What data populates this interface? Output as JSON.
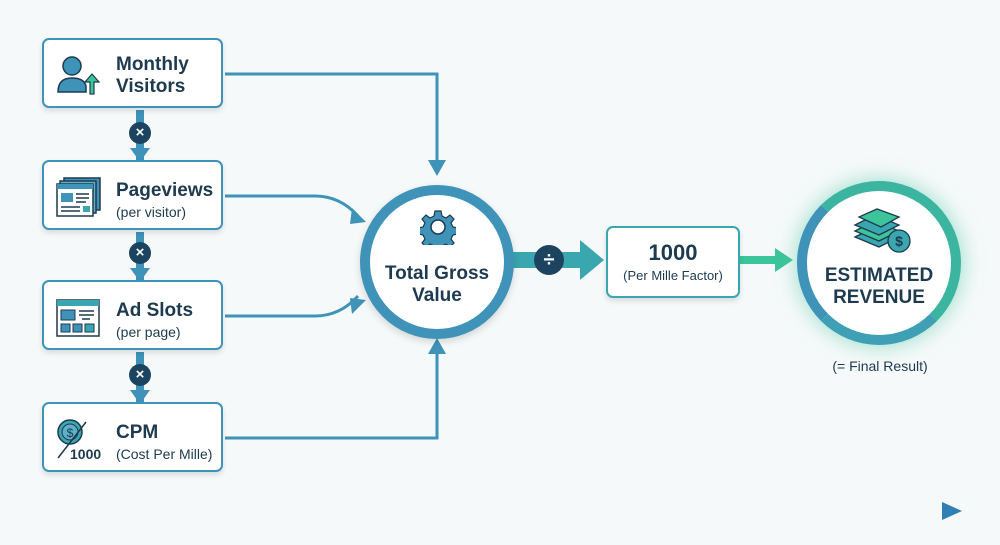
{
  "inputs": [
    {
      "title": "Monthly",
      "title2": "Visitors",
      "icon": "user-growth-icon"
    },
    {
      "title": "Pageviews",
      "subtitle": "(per visitor)",
      "icon": "web-pages-icon"
    },
    {
      "title": "Ad Slots",
      "subtitle": "(per page)",
      "icon": "ad-layout-icon"
    },
    {
      "title": "CPM",
      "subtitle": "(Cost Per Mille)",
      "icon": "cost-per-thousand-icon",
      "icon_text": "1000"
    }
  ],
  "operators": {
    "multiply": "×",
    "divide": "÷"
  },
  "total": {
    "line1": "Total Gross",
    "line2": "Value",
    "icon": "gear-icon"
  },
  "factor": {
    "value": "1000",
    "label": "(Per Mille Factor)"
  },
  "result": {
    "line1": "ESTIMATED",
    "line2": "REVENUE",
    "note": "(= Final Result)",
    "icon": "money-stack-icon"
  },
  "colors": {
    "blue": "#3f93b8",
    "teal": "#3cc59a",
    "navy": "#1c4460"
  }
}
